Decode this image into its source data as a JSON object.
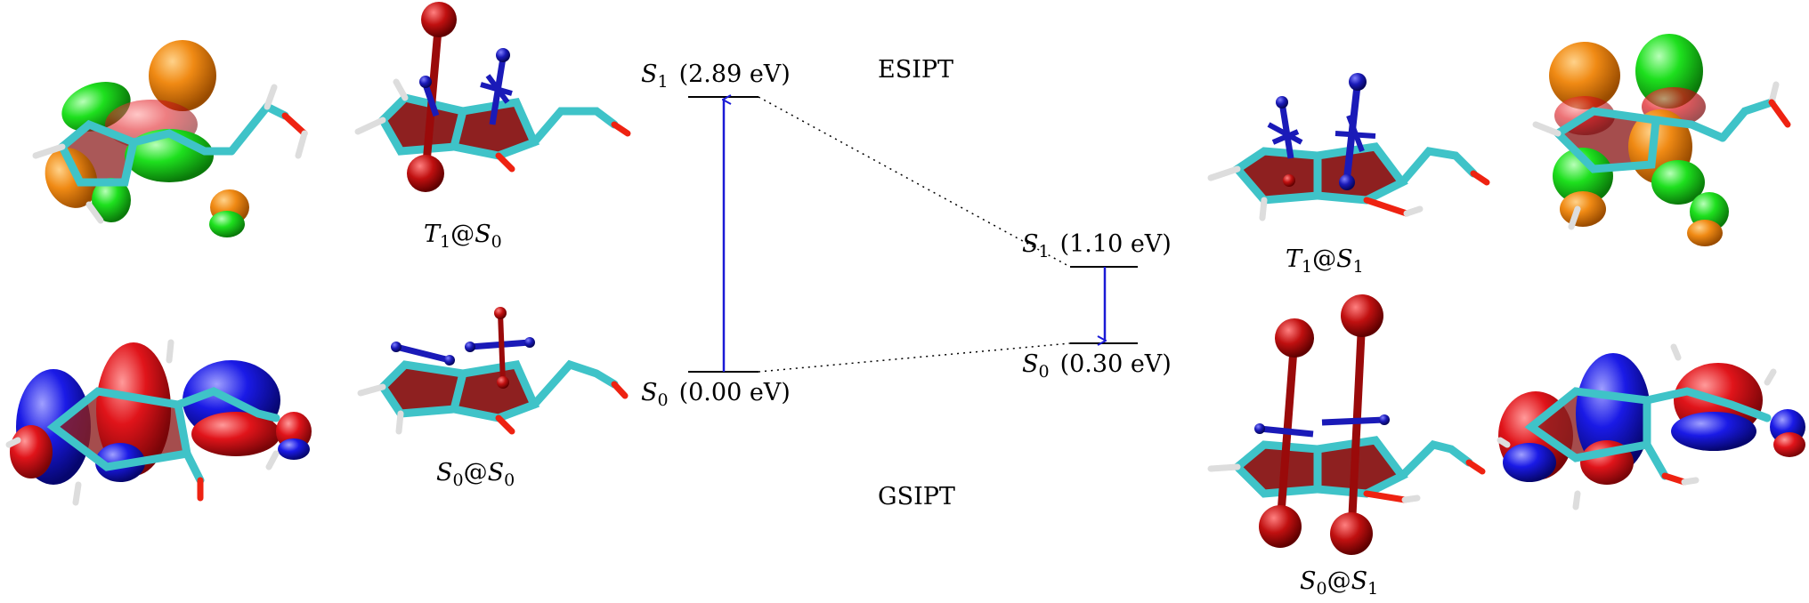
{
  "labels": {
    "esipt": "ESIPT",
    "gsipt": "GSIPT"
  },
  "levels": {
    "left_s1": {
      "state": "S",
      "sub": "1",
      "energy": "(2.89 eV)"
    },
    "left_s0": {
      "state": "S",
      "sub": "0",
      "energy": "(0.00 eV)"
    },
    "right_s1": {
      "state": "S",
      "sub": "1",
      "energy": "(1.10 eV)"
    },
    "right_s0": {
      "state": "S",
      "sub": "0",
      "energy": "(0.30 eV)"
    }
  },
  "captions": {
    "t1_s0": {
      "a": "T",
      "a_sub": "1",
      "at": "@",
      "b": "S",
      "b_sub": "0"
    },
    "s0_s0": {
      "a": "S",
      "a_sub": "0",
      "at": "@",
      "b": "S",
      "b_sub": "0"
    },
    "t1_s1": {
      "a": "T",
      "a_sub": "1",
      "at": "@",
      "b": "S",
      "b_sub": "1"
    },
    "s0_s1": {
      "a": "S",
      "a_sub": "0",
      "at": "@",
      "b": "S",
      "b_sub": "1"
    }
  },
  "colors": {
    "arrow": "#1a1ad6",
    "bond": "#3fc3c8",
    "ring_fill": "#8e2020",
    "orbital_orange": "#f08a14",
    "orbital_green": "#1ee01e",
    "orbital_red": "#e0141a",
    "orbital_blue": "#1a1ae6",
    "vector_blue": "#1a1ab8",
    "vector_red": "#b01010"
  }
}
